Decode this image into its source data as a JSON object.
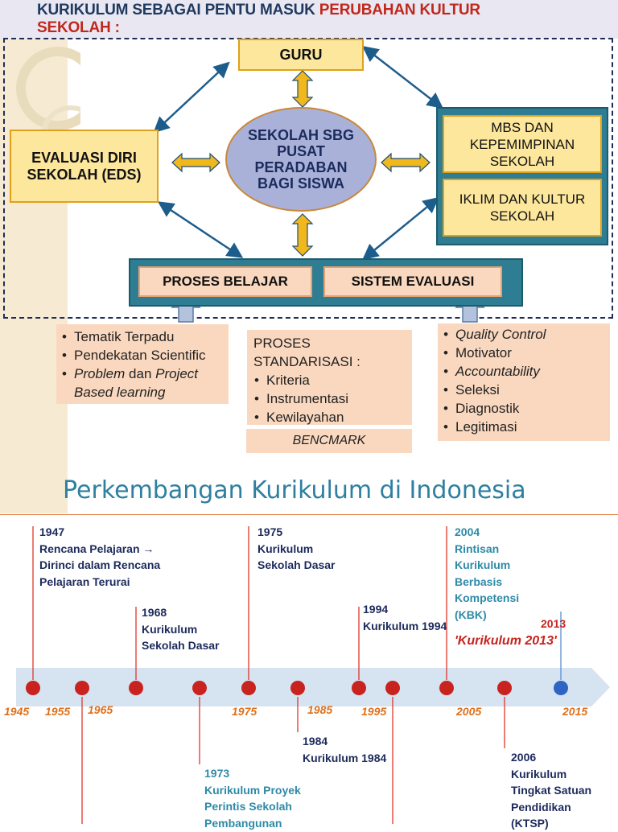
{
  "header": {
    "title_part1": "KURIKULUM SEBAGAI PENTU MASUK ",
    "title_part2": "PERUBAHAN KULTUR",
    "title_part3": "SEKOLAH :"
  },
  "diagram": {
    "guru": "GURU",
    "center": "SEKOLAH SBG PUSAT PERADABAN BAGI SISWA",
    "eds": "EVALUASI DIRI SEKOLAH (EDS)",
    "mbs": "MBS DAN KEPEMIMPINAN SEKOLAH",
    "iklim": "IKLIM DAN KULTUR SEKOLAH",
    "proses_belajar": "PROSES BELAJAR",
    "sistem_evaluasi": "SISTEM EVALUASI"
  },
  "left_list": {
    "item1": "Tematik Terpadu",
    "item2": "Pendekatan Scientific",
    "item3_a": "Problem",
    "item3_b": " dan ",
    "item3_c": "Project Based learning"
  },
  "standard": {
    "title": "PROSES STANDARISASI :",
    "items": [
      "Kriteria",
      "Instrumentasi",
      "Kewilayahan"
    ],
    "benchmark": "BENCMARK"
  },
  "right_list": {
    "items": [
      "Quality Control",
      "Motivator",
      "Accountability",
      "Seleksi",
      "Diagnostik",
      "Legitimasi"
    ]
  },
  "timeline": {
    "heading": "Perkembangan Kurikulum di Indonesia",
    "years": [
      "1945",
      "1955",
      "1965",
      "1975",
      "1985",
      "1995",
      "2005",
      "2015"
    ],
    "events_above": [
      {
        "year": "1947",
        "lines": [
          "Rencana Pelajaran →",
          "Dirinci dalam Rencana",
          "Pelajaran Terurai"
        ]
      },
      {
        "year": "1968",
        "lines": [
          "Kurikulum",
          "Sekolah Dasar"
        ]
      },
      {
        "year": "1975",
        "lines": [
          "Kurikulum",
          "Sekolah Dasar"
        ]
      },
      {
        "year": "1994",
        "lines": [
          "Kurikulum 1994"
        ]
      },
      {
        "year": "2004",
        "lines": [
          "Rintisan",
          "Kurikulum",
          "Berbasis",
          "Kompetensi",
          "(KBK)"
        ]
      }
    ],
    "event_2013": {
      "year": "2013",
      "label": "'Kurikulum 2013'"
    },
    "events_below": [
      {
        "year": "1973",
        "lines": [
          "Kurikulum Proyek",
          "Perintis Sekolah",
          "Pembangunan"
        ]
      },
      {
        "year": "1984",
        "lines": [
          "Kurikulum 1984"
        ]
      },
      {
        "year": "2006",
        "lines": [
          "Kurikulum",
          "Tingkat Satuan",
          "Pendidikan",
          "(KTSP)"
        ]
      }
    ]
  }
}
